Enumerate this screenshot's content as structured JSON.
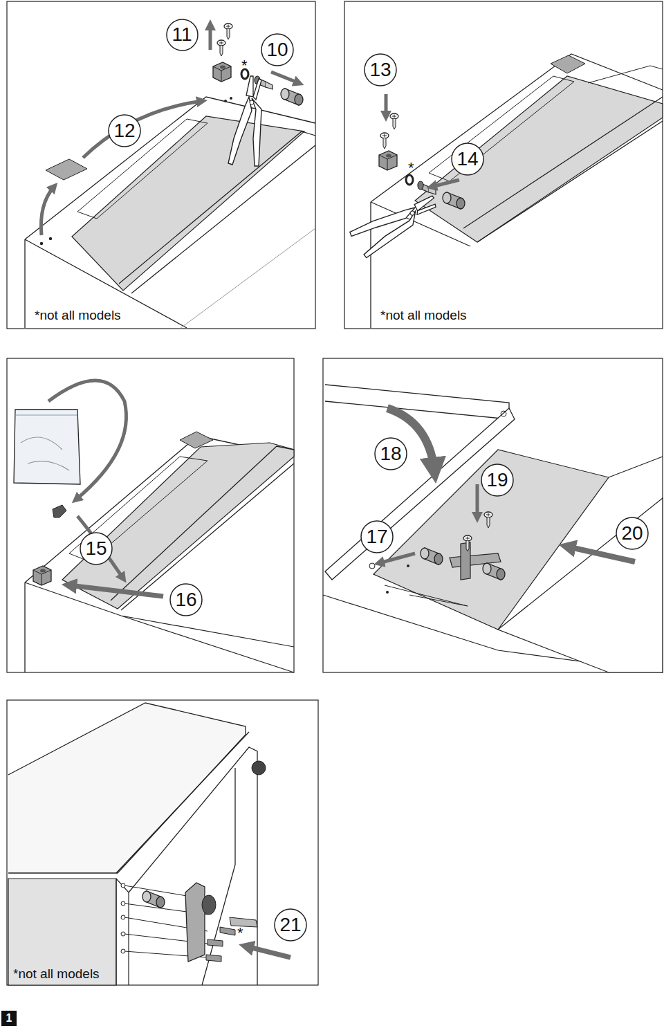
{
  "diagram": {
    "nodes": [
      {
        "text": [
          "11"
        ]
      },
      {
        "text": [
          "10"
        ]
      },
      {
        "text": [
          "12"
        ]
      },
      {
        "text": [
          "13"
        ]
      },
      {
        "text": [
          "14"
        ]
      },
      {
        "text": [
          "15"
        ]
      },
      {
        "text": [
          "16"
        ]
      },
      {
        "text": [
          "18"
        ]
      },
      {
        "text": [
          "19"
        ]
      },
      {
        "text": [
          "17"
        ]
      },
      {
        "text": [
          "20"
        ]
      },
      {
        "text": [
          "21"
        ]
      },
      {
        "text": [
          "1"
        ]
      }
    ],
    "labels": [
      "*",
      "*not all models",
      "*",
      "*not all models",
      "*",
      "*not all models"
    ]
  }
}
